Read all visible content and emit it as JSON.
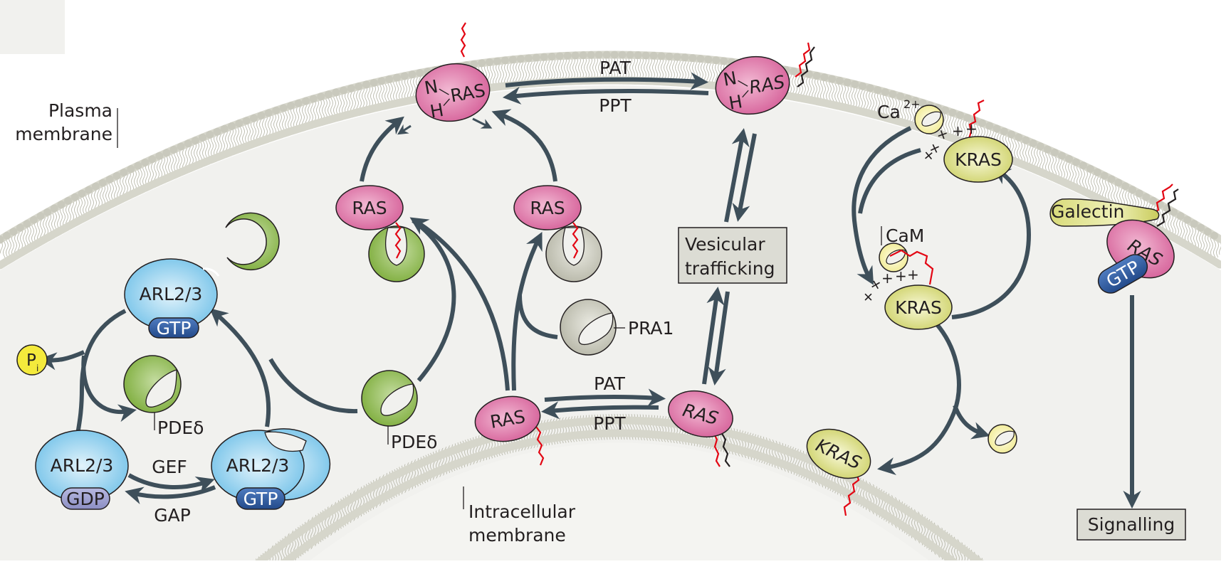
{
  "title": "RAS spatial cycle: PDEδ/ARL2/3, palmitoylation cycle, KRAS-calmodulin and galectin signalling",
  "compartments": {
    "plasma_membrane_label_line1": "Plasma",
    "plasma_membrane_label_line2": "membrane",
    "intracellular_membrane_label_line1": "Intracellular",
    "intracellular_membrane_label_line2": "membrane"
  },
  "arl_cycle": {
    "arl_top": "ARL2/3",
    "arl_top_nucleotide": "GTP",
    "arl_left": "ARL2/3",
    "arl_left_nucleotide": "GDP",
    "arl_right": "ARL2/3",
    "arl_right_nucleotide": "GTP",
    "pi_label": "P",
    "pi_subscript": "i",
    "pdedelta_center_label": "PDEδ",
    "gef_label": "GEF",
    "gap_label": "GAP"
  },
  "nras_cycle": {
    "nras_left_n": "N",
    "nras_left_h": "H",
    "nras_left_ras": "RAS",
    "nras_right_n": "N",
    "nras_right_h": "H",
    "nras_right_ras": "RAS",
    "top_pat": "PAT",
    "top_ppt": "PPT",
    "ras_pdedelta_complex": "RAS",
    "ras_pra1_complex": "RAS",
    "pra1_label": "PRA1",
    "pdedelta_free_label": "PDEδ",
    "bottom_ras_left": "RAS",
    "bottom_ras_right": "RAS",
    "bottom_pat": "PAT",
    "bottom_ppt": "PPT",
    "vesicular_line1": "Vesicular",
    "vesicular_line2": "trafficking"
  },
  "kras_cycle": {
    "ca_label": "Ca",
    "ca_superscript": "2+",
    "kras_membrane": "KRAS",
    "cam_label": "CaM",
    "kras_cam": "KRAS",
    "kras_endomembrane": "KRAS",
    "charges": "+ + + +"
  },
  "galectin_signalling": {
    "galectin_label": "Galectin",
    "ras_label": "RAS",
    "gtp_label": "GTP",
    "signalling_label": "Signalling"
  },
  "colors": {
    "cell_background": "#f1f1ee",
    "lipid_head": "#d6d6cb",
    "arrow": "#3e4f5a",
    "ras_pink": "#d9669d",
    "arl_blue": "#7cc6ea",
    "gtp_blue": "#2e5a9c",
    "gdp_lavender": "#9a9ccc",
    "pdedelta_green": "#8db548",
    "pra1_gray": "#bdbdb0",
    "kras_yellow": "#d6d876",
    "cam_yellow": "#f2ee9a",
    "pi_yellow": "#f4ea3c",
    "palmitoyl_red": "#e30613",
    "box_fill": "#dcdcd4"
  }
}
